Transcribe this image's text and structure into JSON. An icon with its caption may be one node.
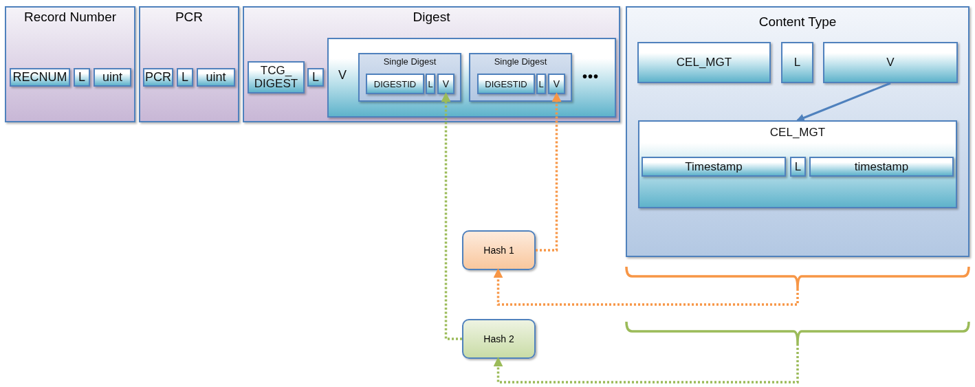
{
  "diagram": {
    "nodes": [
      {
        "text": [
          "Record Number"
        ]
      },
      {
        "text": [
          "RECNUM"
        ],
        "in": 0
      },
      {
        "text": [
          "L"
        ],
        "in": 0
      },
      {
        "text": [
          "uint"
        ],
        "in": 0
      },
      {
        "text": [
          "PCR"
        ]
      },
      {
        "text": [
          "PCR"
        ],
        "in": 4
      },
      {
        "text": [
          "L"
        ],
        "in": 4
      },
      {
        "text": [
          "uint"
        ],
        "in": 4
      },
      {
        "text": [
          "Digest"
        ]
      },
      {
        "text": [
          "TCG_ DIGEST"
        ],
        "in": 8
      },
      {
        "text": [
          "L"
        ],
        "in": 8
      },
      {
        "text": [
          "V"
        ],
        "in": 8
      },
      {
        "text": [
          "Single Digest"
        ],
        "in": 11
      },
      {
        "text": [
          "DIGESTID"
        ],
        "in": 12
      },
      {
        "text": [
          "L"
        ],
        "in": 12
      },
      {
        "text": [
          "V"
        ],
        "in": 12
      },
      {
        "text": [
          "Single Digest"
        ],
        "in": 11
      },
      {
        "text": [
          "DIGESTID"
        ],
        "in": 16
      },
      {
        "text": [
          "L"
        ],
        "in": 16
      },
      {
        "text": [
          "V"
        ],
        "in": 16
      },
      {
        "text": [
          "Content Type"
        ]
      },
      {
        "text": [
          "CEL_MGT"
        ],
        "in": 20
      },
      {
        "text": [
          "L"
        ],
        "in": 20
      },
      {
        "text": [
          "V"
        ],
        "in": 20
      },
      {
        "text": [
          "CEL_MGT"
        ],
        "in": 20
      },
      {
        "text": [
          "Timestamp"
        ],
        "in": 24
      },
      {
        "text": [
          "L"
        ],
        "in": 24
      },
      {
        "text": [
          "timestamp"
        ],
        "in": 24
      },
      {
        "text": [
          "Hash 1"
        ]
      },
      {
        "text": [
          "Hash 2"
        ]
      },
      {
        "text": [],
        "shape": "brace"
      },
      {
        "text": [],
        "shape": "brace"
      }
    ],
    "edges": [
      {
        "from": 23,
        "to": 24,
        "arrow": "to",
        "color": "#4f81bd"
      },
      {
        "from": 28,
        "to": 19,
        "arrow": "to",
        "style": "dashed",
        "color": "#f79646"
      },
      {
        "from": 30,
        "to": 28,
        "arrow": "to",
        "style": "dashed",
        "color": "#f79646"
      },
      {
        "from": 29,
        "to": 15,
        "arrow": "to",
        "style": "dashed",
        "color": "#9bbb59"
      },
      {
        "from": 31,
        "to": 29,
        "arrow": "to",
        "style": "dashed",
        "color": "#9bbb59"
      }
    ],
    "labels": [
      "•••"
    ]
  }
}
